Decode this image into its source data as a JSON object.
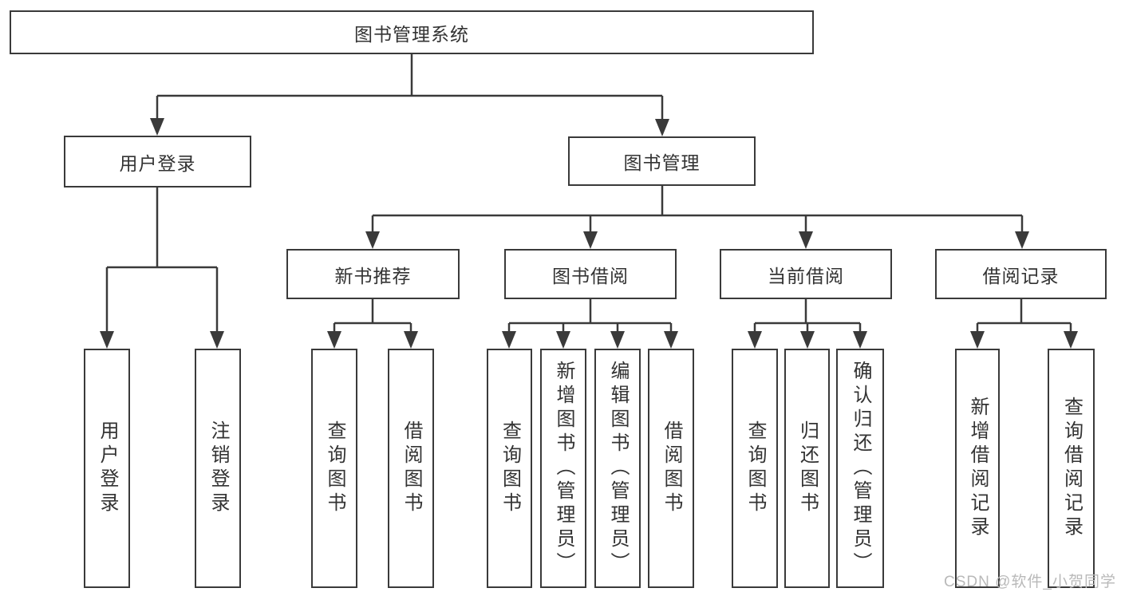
{
  "tree": {
    "root": {
      "label": "图书管理系统",
      "children": [
        {
          "label": "用户登录",
          "children": [
            {
              "label": "用户登录"
            },
            {
              "label": "注销登录"
            }
          ]
        },
        {
          "label": "图书管理",
          "children": [
            {
              "label": "新书推荐",
              "children": [
                {
                  "label": "查询图书"
                },
                {
                  "label": "借阅图书"
                }
              ]
            },
            {
              "label": "图书借阅",
              "children": [
                {
                  "label": "查询图书"
                },
                {
                  "label": "新增图书（管理员）"
                },
                {
                  "label": "编辑图书（管理员）"
                },
                {
                  "label": "借阅图书"
                }
              ]
            },
            {
              "label": "当前借阅",
              "children": [
                {
                  "label": "查询图书"
                },
                {
                  "label": "归还图书"
                },
                {
                  "label": "确认归还（管理员）"
                }
              ]
            },
            {
              "label": "借阅记录",
              "children": [
                {
                  "label": "新增借阅记录"
                },
                {
                  "label": "查询借阅记录"
                }
              ]
            }
          ]
        }
      ]
    }
  },
  "watermark": {
    "text": "CSDN @软件_小贺同学"
  },
  "colors": {
    "line": "#3a3a3a",
    "box_border": "#3a3a3a",
    "text": "#333333",
    "background": "#ffffff",
    "watermark": "#b9b9b9"
  }
}
